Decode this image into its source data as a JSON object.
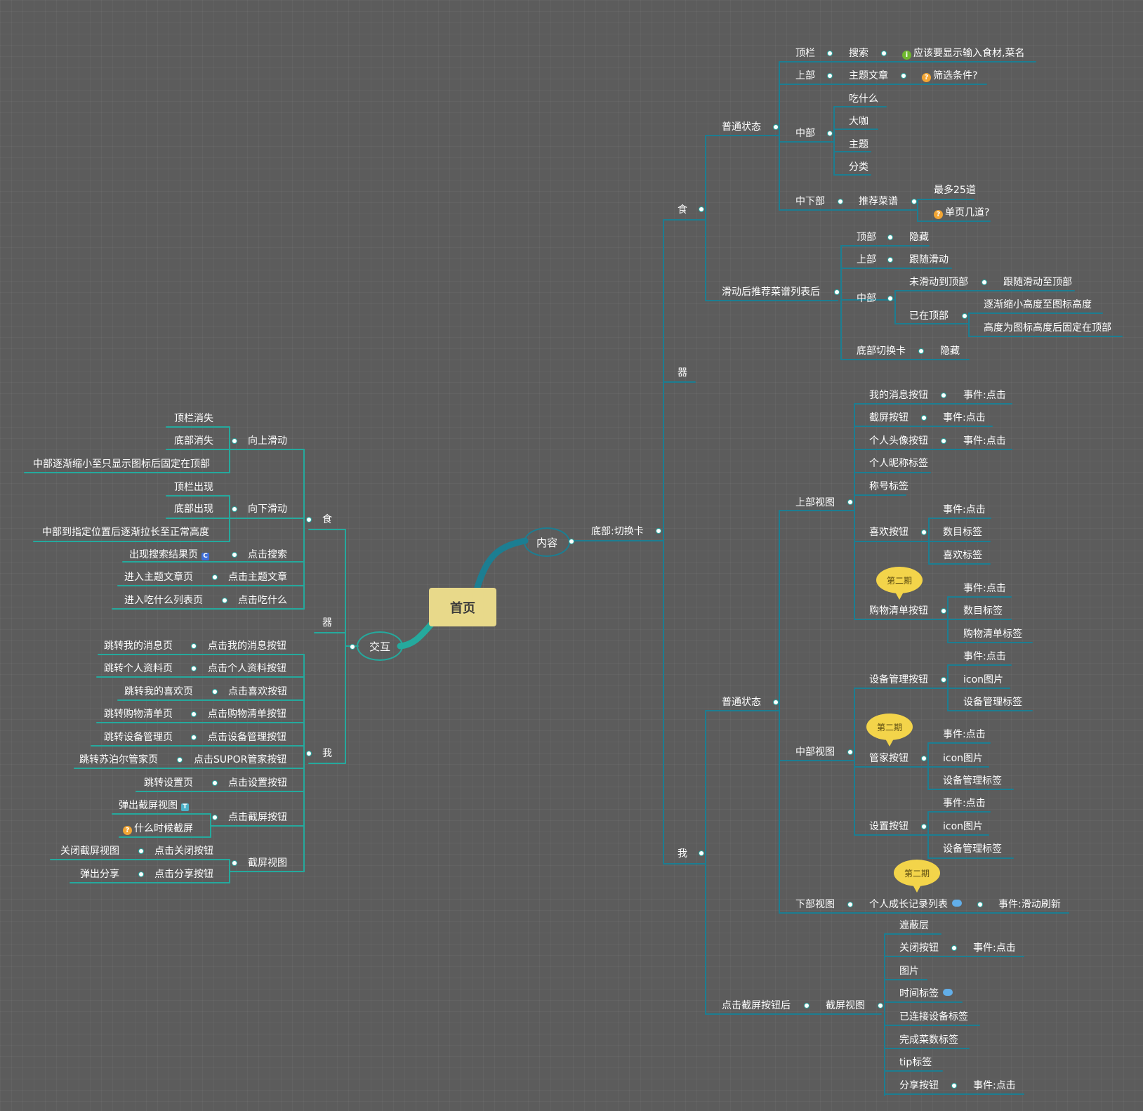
{
  "root": "首页",
  "content_node": "内容",
  "interaction_node": "交互",
  "colors": {
    "content_line": "#1c7e92",
    "interaction_line": "#25a99d",
    "root_fill": "#e8d98a",
    "badge": "#f3d44a"
  },
  "content": {
    "bottom_tab": "底部:切换卡",
    "food": "食",
    "utensil": "器",
    "me": "我",
    "normal_state": "普通状态",
    "top_bar": "顶栏",
    "search": "搜索",
    "search_note": "应该要显示输入食材,菜名",
    "upper": "上部",
    "theme_article": "主题文章",
    "filter_note": "筛选条件?",
    "middle": "中部",
    "what_to_eat": "吃什么",
    "big_coffee": "大咖",
    "theme": "主题",
    "category": "分类",
    "lower_middle": "中下部",
    "recommended": "推荐菜谱",
    "max25": "最多25道",
    "per_page_note": "单页几道?",
    "after_scroll": "滑动后推荐菜谱列表后",
    "top": "顶部",
    "hidden": "隐藏",
    "upper2": "上部",
    "follow_scroll": "跟随滑动",
    "middle2": "中部",
    "not_top": "未滑动到顶部",
    "follow_to_top": "跟随滑动至顶部",
    "at_top": "已在顶部",
    "shrink": "逐渐缩小高度至图标高度",
    "fixed": "高度为图标高度后固定在顶部",
    "bottom_tab2": "底部切换卡",
    "hidden2": "隐藏",
    "me_normal": "普通状态",
    "upper_view": "上部视图",
    "msg_btn": "我的消息按钮",
    "click_event": "事件:点击",
    "screenshot_btn": "截屏按钮",
    "avatar_btn": "个人头像按钮",
    "nickname": "个人昵称标签",
    "title_label": "称号标签",
    "like_btn": "喜欢按钮",
    "count_label": "数目标签",
    "like_label": "喜欢标签",
    "phase2": "第二期",
    "cart_btn": "购物清单按钮",
    "cart_label": "购物清单标签",
    "middle_view": "中部视图",
    "device_btn": "设备管理按钮",
    "icon_img": "icon图片",
    "device_label": "设备管理标签",
    "steward_btn": "管家按钮",
    "settings_btn": "设置按钮",
    "lower_view": "下部视图",
    "growth_list": "个人成长记录列表",
    "slide_refresh": "事件:滑动刷新",
    "after_screenshot": "点击截屏按钮后",
    "screenshot_view": "截屏视图",
    "mask": "遮蔽层",
    "close_btn": "关闭按钮",
    "image": "图片",
    "time_label": "时间标签",
    "connected_label": "已连接设备标签",
    "done_count_label": "完成菜数标签",
    "tip_label": "tip标签",
    "share_btn": "分享按钮"
  },
  "interaction": {
    "food": "食",
    "utensil": "器",
    "me": "我",
    "scroll_up": "向上滑动",
    "topbar_vanish": "顶栏消失",
    "bottom_vanish": "底部消失",
    "mid_shrink": "中部逐渐缩小至只显示图标后固定在顶部",
    "scroll_down": "向下滑动",
    "topbar_appear": "顶栏出现",
    "bottom_appear": "底部出现",
    "mid_stretch": "中部到指定位置后逐渐拉长至正常高度",
    "click_search": "点击搜索",
    "search_result": "出现搜索结果页",
    "click_theme": "点击主题文章",
    "enter_theme": "进入主题文章页",
    "click_eat": "点击吃什么",
    "enter_eat": "进入吃什么列表页",
    "click_msg": "点击我的消息按钮",
    "to_msg": "跳转我的消息页",
    "click_profile": "点击个人资料按钮",
    "to_profile": "跳转个人资料页",
    "click_like": "点击喜欢按钮",
    "to_like": "跳转我的喜欢页",
    "click_cart": "点击购物清单按钮",
    "to_cart": "跳转购物清单页",
    "click_device": "点击设备管理按钮",
    "to_device": "跳转设备管理页",
    "click_suppor": "点击SUPOR管家按钮",
    "to_suppor": "跳转苏泊尔管家页",
    "click_settings": "点击设置按钮",
    "to_settings": "跳转设置页",
    "click_screenshot": "点击截屏按钮",
    "popup_view": "弹出截屏视图",
    "when_note": "什么时候截屏",
    "screenshot_view": "截屏视图",
    "click_close": "点击关闭按钮",
    "close_view": "关闭截屏视图",
    "click_share": "点击分享按钮",
    "popup_share": "弹出分享"
  },
  "icons": {
    "info": "info-icon",
    "question": "question-icon",
    "c_badge": "c-badge-icon",
    "t_badge": "t-badge-icon",
    "comment": "comment-icon"
  }
}
